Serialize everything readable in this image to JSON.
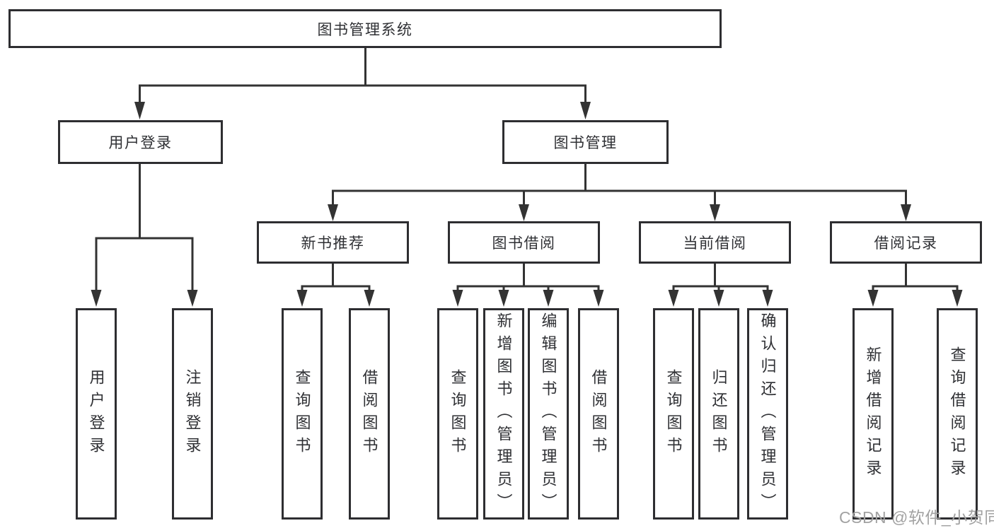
{
  "diagram_type": "hierarchy-chart",
  "tree": {
    "label": "图书管理系统",
    "children": [
      {
        "label": "用户登录",
        "children": [
          {
            "label": "用户登录"
          },
          {
            "label": "注销登录"
          }
        ]
      },
      {
        "label": "图书管理",
        "children": [
          {
            "label": "新书推荐",
            "children": [
              {
                "label": "查询图书"
              },
              {
                "label": "借阅图书"
              }
            ]
          },
          {
            "label": "图书借阅",
            "children": [
              {
                "label": "查询图书"
              },
              {
                "label": "新增图书（管理员）"
              },
              {
                "label": "编辑图书（管理员）"
              },
              {
                "label": "借阅图书"
              }
            ]
          },
          {
            "label": "当前借阅",
            "children": [
              {
                "label": "查询图书"
              },
              {
                "label": "归还图书"
              },
              {
                "label": "确认归还（管理员）"
              }
            ]
          },
          {
            "label": "借阅记录",
            "children": [
              {
                "label": "新增借阅记录"
              },
              {
                "label": "查询借阅记录"
              }
            ]
          }
        ]
      }
    ]
  },
  "watermark": {
    "text": "CSDN @软件_小贺同学"
  },
  "colors": {
    "background": "#ffffff",
    "box_border": "#2e2e31",
    "box_fill": "#ffffff",
    "line": "#333333",
    "text": "#2f3034",
    "watermark": "#a2a2a2"
  }
}
